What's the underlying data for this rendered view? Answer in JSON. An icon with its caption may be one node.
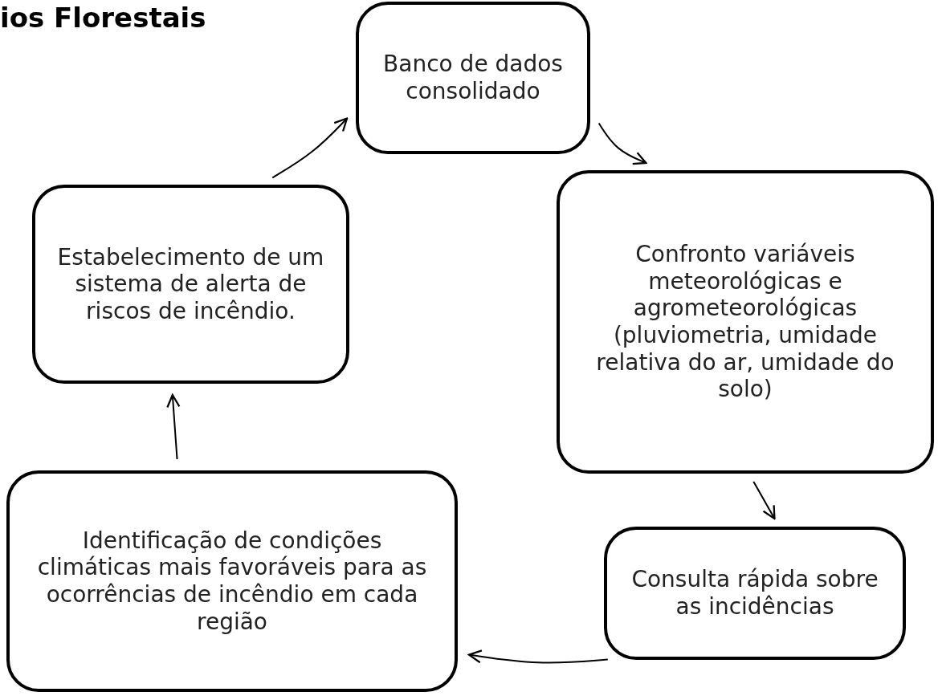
{
  "diagram": {
    "title": "ios Florestais",
    "nodes": [
      {
        "text": [
          "Banco de dados consolidado"
        ]
      },
      {
        "text": [
          "Confronto variáveis meteorológicas e agrometeorológicas (pluviometria, umidade relativa do ar, umidade do solo)"
        ]
      },
      {
        "text": [
          "Consulta rápida sobre as incidências"
        ]
      },
      {
        "text": [
          "Identificação de condições climáticas mais favoráveis para as ocorrências de incêndio em cada região"
        ]
      },
      {
        "text": [
          "Estabelecimento de um sistema de alerta de riscos de incêndio."
        ]
      }
    ],
    "edges": [
      {
        "from": 0,
        "to": 1,
        "arrow": "to"
      },
      {
        "from": 1,
        "to": 2,
        "arrow": "to"
      },
      {
        "from": 2,
        "to": 3,
        "arrow": "to"
      },
      {
        "from": 3,
        "to": 4,
        "arrow": "to"
      },
      {
        "from": 4,
        "to": 0,
        "arrow": "to"
      }
    ]
  }
}
